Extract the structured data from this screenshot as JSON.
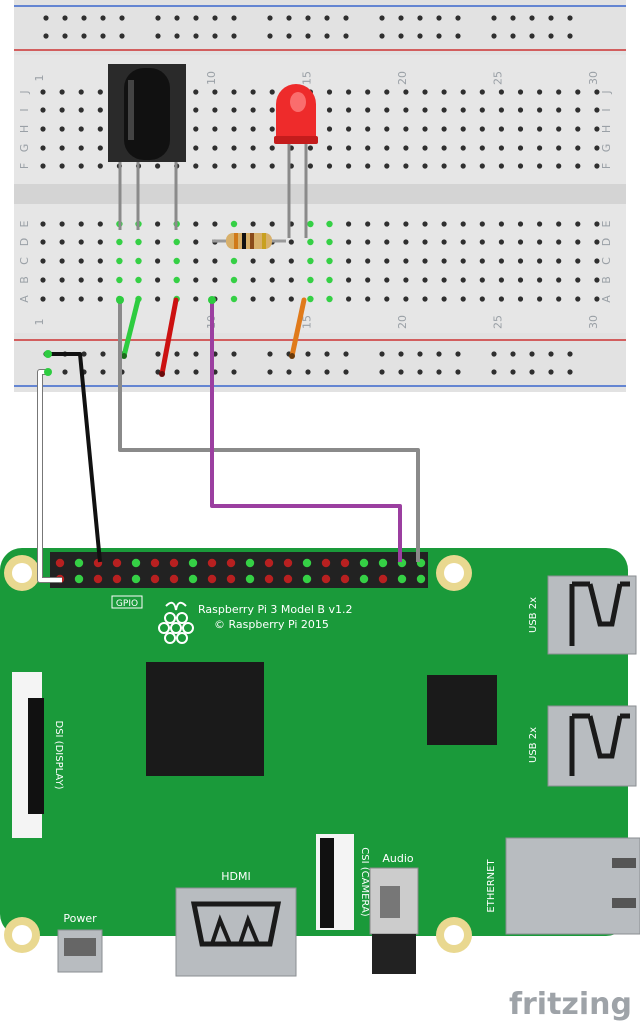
{
  "breadcolumns": [
    "1",
    "10",
    "15",
    "20",
    "25",
    "30"
  ],
  "bb_rows_top": [
    "J",
    "I",
    "H",
    "G",
    "F"
  ],
  "bb_rows_bottom": [
    "E",
    "D",
    "C",
    "B",
    "A"
  ],
  "board": {
    "title": "Raspberry Pi 3 Model B v1.2",
    "copyright": "© Raspberry Pi 2015",
    "gpio_label": "GPIO",
    "usb_label_1": "USB 2x",
    "usb_label_2": "USB 2x",
    "ethernet_label": "ETHERNET",
    "dsi_label": "DSI (DISPLAY)",
    "csi_label": "CSI (CAMERA)",
    "hdmi_label": "HDMI",
    "audio_label": "Audio",
    "power_label": "Power"
  },
  "watermark": "fritzing",
  "colors": {
    "breadboard": "#e8e8e8",
    "board_green": "#1a9a3a",
    "wire_gray": "#8a8a8a",
    "wire_purple": "#9b3fa0",
    "wire_black": "#111111",
    "wire_white": "#ffffff",
    "wire_green": "#2ecc40",
    "wire_red": "#cc1111",
    "wire_orange": "#e07a1a",
    "led_red": "#ee2222",
    "rail_red": "#d33",
    "rail_blue": "#36c"
  }
}
